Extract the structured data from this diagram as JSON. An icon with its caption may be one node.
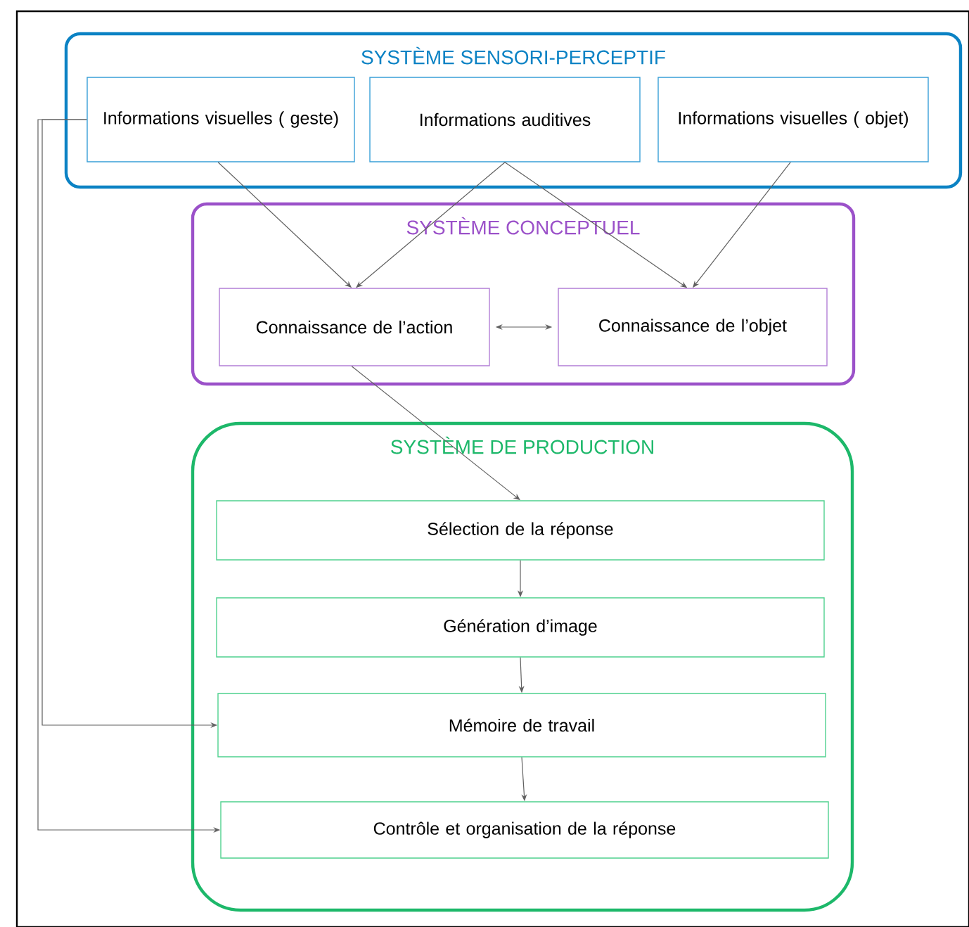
{
  "diagram": {
    "nodes": [
      {
        "text": [
          "SYSTÈME SENSORI-PERCEPTIF"
        ]
      },
      {
        "text": [
          "Informations visuelles ( geste)"
        ],
        "in": 0
      },
      {
        "text": [
          "Informations auditives"
        ],
        "in": 0
      },
      {
        "text": [
          "Informations visuelles ( objet)"
        ],
        "in": 0
      },
      {
        "text": [
          "SYSTÈME CONCEPTUEL"
        ]
      },
      {
        "text": [
          "Connaissance de l’action"
        ],
        "in": 4
      },
      {
        "text": [
          "Connaissance de l’objet"
        ],
        "in": 4
      },
      {
        "text": [
          "SYSTÈME DE PRODUCTION"
        ]
      },
      {
        "text": [
          "Sélection de la réponse"
        ],
        "in": 7
      },
      {
        "text": [
          "Génération d’image"
        ],
        "in": 7
      },
      {
        "text": [
          "Mémoire de travail"
        ],
        "in": 7
      },
      {
        "text": [
          "Contrôle et organisation de la réponse"
        ],
        "in": 7
      }
    ],
    "edges": [
      {
        "from": 1,
        "to": 5,
        "arrow": "to"
      },
      {
        "from": 2,
        "to": 5,
        "arrow": "to"
      },
      {
        "from": 2,
        "to": 6,
        "arrow": "to"
      },
      {
        "from": 3,
        "to": 6,
        "arrow": "to"
      },
      {
        "from": 5,
        "to": 6,
        "arrow": "both"
      },
      {
        "from": 5,
        "to": 8,
        "arrow": "to"
      },
      {
        "from": 8,
        "to": 9,
        "arrow": "to"
      },
      {
        "from": 9,
        "to": 10,
        "arrow": "to"
      },
      {
        "from": 10,
        "to": 11,
        "arrow": "to"
      },
      {
        "from": 1,
        "to": 10,
        "arrow": "to"
      },
      {
        "from": 1,
        "to": 11,
        "arrow": "to"
      }
    ]
  }
}
